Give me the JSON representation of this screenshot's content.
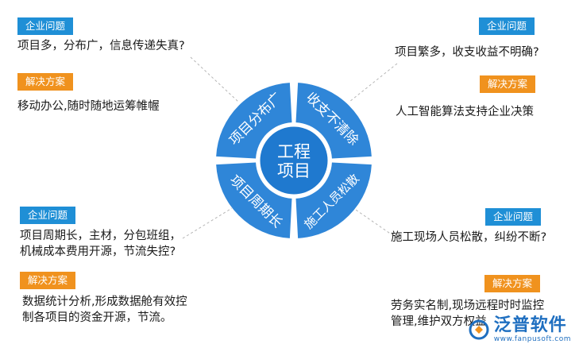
{
  "center": {
    "line1": "工程",
    "line2": "项目"
  },
  "segments": [
    {
      "label": "项目分布广"
    },
    {
      "label": "收支不清除"
    },
    {
      "label": "施工人员松散"
    },
    {
      "label": "项目周期长"
    }
  ],
  "top_left": {
    "problem_tag": "企业问题",
    "problem_text": "项目多，分布广，信息传递失真?",
    "solution_tag": "解决方案",
    "solution_text": "移动办公,随时随地运筹帷幄"
  },
  "top_right": {
    "problem_tag": "企业问题",
    "problem_text": "项目繁多，收支收益不明确?",
    "solution_tag": "解决方案",
    "solution_text": "人工智能算法支持企业决策"
  },
  "bottom_left": {
    "problem_tag": "企业问题",
    "problem_text_1": "项目周期长，主材，分包班组，",
    "problem_text_2": "机械成本费用开源，节流失控?",
    "solution_tag": "解决方案",
    "solution_text_1": "数据统计分析,形成数据舱有效控",
    "solution_text_2": "制各项目的资金开源，节流。"
  },
  "bottom_right": {
    "problem_tag": "企业问题",
    "problem_text": "施工现场人员松散，纠纷不断?",
    "solution_tag": "解决方案",
    "solution_text_1": "劳务实名制,现场远程时时监控",
    "solution_text_2": "管理,维护双方权益"
  },
  "watermark": {
    "name": "泛普软件",
    "url": "www.fanpusoft.com"
  },
  "colors": {
    "ring": "#2f86d8",
    "center": "#1f79cf",
    "problem_tag": "#1f8fd6",
    "solution_tag": "#f0921e",
    "connector": "#b5b5b5"
  }
}
